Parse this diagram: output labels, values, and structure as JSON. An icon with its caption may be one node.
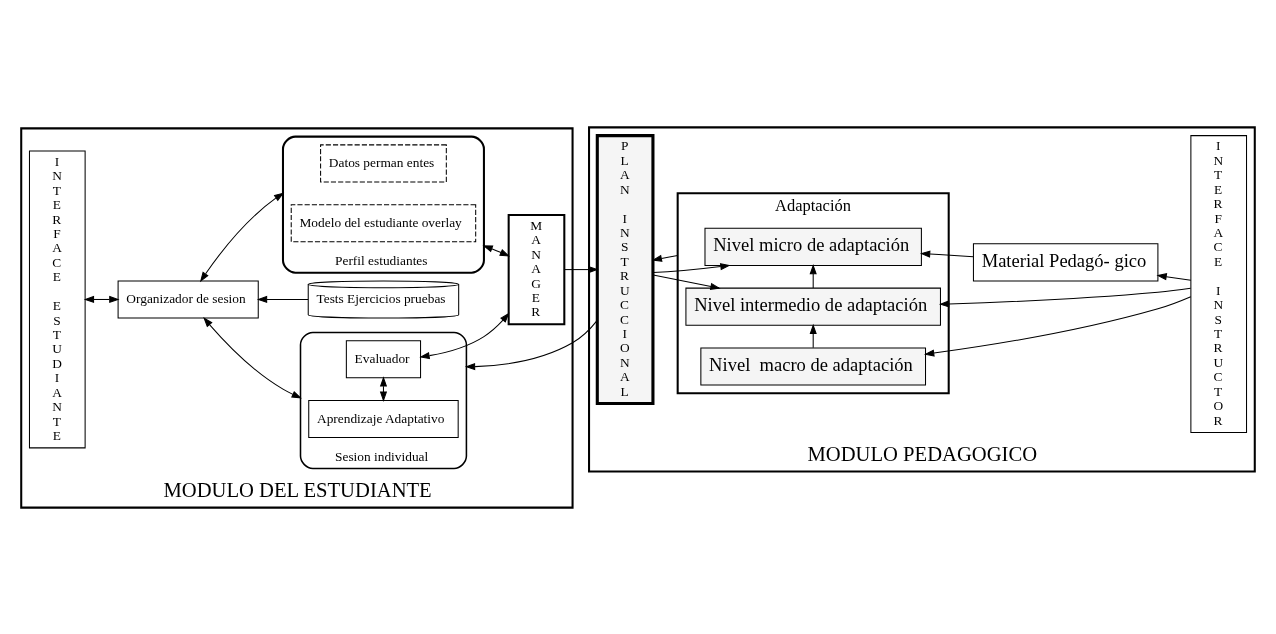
{
  "diagram": {
    "nodes": [
      {
        "text": [
          "MODULO DEL ESTUDIANTE"
        ]
      },
      {
        "text": [
          "INTERFACE ESTUDIANTE"
        ],
        "in": 0
      },
      {
        "text": [
          "Perfil estudiantes"
        ],
        "in": 0
      },
      {
        "text": [
          "Datos perman entes"
        ],
        "in": 2
      },
      {
        "text": [
          "Modelo del estudiante overlay"
        ],
        "in": 2
      },
      {
        "text": [
          "MANAGER"
        ],
        "in": 0
      },
      {
        "text": [
          "Organizador de sesion"
        ],
        "in": 0
      },
      {
        "text": [
          "Tests Ejercicios pruebas"
        ],
        "in": 0
      },
      {
        "text": [
          "Sesion individual"
        ],
        "in": 0
      },
      {
        "text": [
          "Aprendizaje Adaptativo"
        ],
        "in": 8
      },
      {
        "text": [
          "Evaluador"
        ],
        "in": 8
      },
      {
        "text": [
          "MODULO PEDAGOGICO"
        ]
      },
      {
        "text": [
          "PLAN INSTRUCCIONAL"
        ],
        "in": 11
      },
      {
        "text": [
          "Adaptación"
        ],
        "in": 11
      },
      {
        "text": [
          "Nivel  macro de adaptación"
        ],
        "in": 13
      },
      {
        "text": [
          "Nivel intermedio de adaptación"
        ],
        "in": 13
      },
      {
        "text": [
          "Nivel micro de adaptación"
        ],
        "in": 13
      },
      {
        "text": [
          "Material Pedagó- gico"
        ],
        "in": 11
      },
      {
        "text": [
          "INTERFACE INSTRUCTOR"
        ],
        "in": 11
      }
    ],
    "edges": [
      {
        "from": 2,
        "to": 5,
        "arrow": "both"
      },
      {
        "from": 2,
        "to": 6,
        "arrow": "both"
      },
      {
        "from": 1,
        "to": 6,
        "arrow": "both"
      },
      {
        "from": 7,
        "to": 6,
        "arrow": "to"
      },
      {
        "from": 6,
        "to": 8,
        "arrow": "both"
      },
      {
        "from": 9,
        "to": 10,
        "arrow": "both"
      },
      {
        "from": 10,
        "to": 5,
        "arrow": "both"
      },
      {
        "from": 5,
        "to": 12,
        "arrow": "to"
      },
      {
        "from": 12,
        "to": 15,
        "arrow": "to"
      },
      {
        "from": 12,
        "to": 16,
        "arrow": "to"
      },
      {
        "from": 14,
        "to": 15,
        "arrow": "to"
      },
      {
        "from": 15,
        "to": 16,
        "arrow": "to"
      },
      {
        "from": 18,
        "to": 14,
        "arrow": "to"
      },
      {
        "from": 18,
        "to": 15,
        "arrow": "to"
      },
      {
        "from": 18,
        "to": 17,
        "arrow": "to"
      },
      {
        "from": 17,
        "to": 16,
        "arrow": "to"
      },
      {
        "from": 13,
        "to": 12,
        "arrow": "to"
      },
      {
        "from": 12,
        "to": 8,
        "arrow": "to"
      }
    ]
  }
}
